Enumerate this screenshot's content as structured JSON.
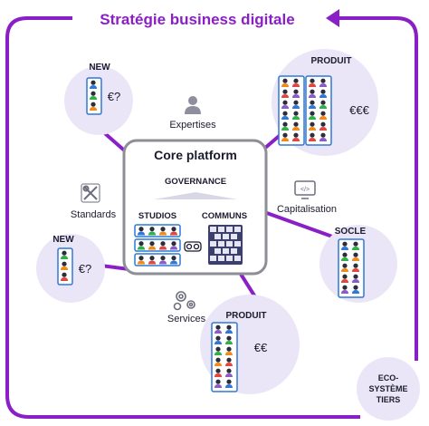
{
  "title": "Stratégie business digitale",
  "colors": {
    "purple": "#8a1fc7",
    "lavender": "#ebe6f7",
    "core_fill": "#ffffff",
    "core_border": "#8e8e96",
    "person_colors": [
      "#2f78d6",
      "#2fb04b",
      "#f08a1a",
      "#e0473f",
      "#8b5cc8"
    ]
  },
  "core": {
    "title": "Core platform",
    "governance": "GOVERNANCE",
    "studios": "STUDIOS",
    "communs": "COMMUNS",
    "link_icon": "link-icon"
  },
  "labels": {
    "expertises": "Expertises",
    "standards": "Standards",
    "capitalisation": "Capitalisation",
    "services": "Services"
  },
  "bubbles": {
    "new_top": {
      "label": "NEW",
      "value": "€?"
    },
    "new_left": {
      "label": "NEW",
      "value": "€?"
    },
    "produit_top": {
      "label": "PRODUIT",
      "value": "€€€"
    },
    "produit_bottom": {
      "label": "PRODUIT",
      "value": "€€"
    },
    "socle": {
      "label": "SOCLE"
    },
    "eco": {
      "line1": "ECO-",
      "line2": "SYSTÈME",
      "line3": "TIERS"
    }
  },
  "icons": {
    "expertises": "person-icon",
    "standards": "wrench-screwdriver-icon",
    "capitalisation": "code-screen-icon",
    "services": "gears-icon"
  }
}
